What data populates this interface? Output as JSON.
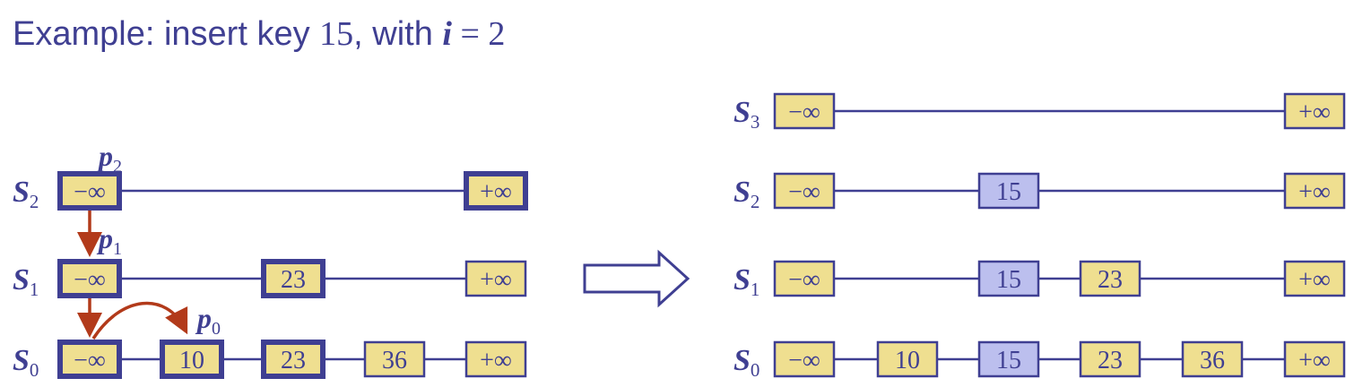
{
  "title": {
    "prefix": "Example: insert key ",
    "key": "15",
    "mid": ", with ",
    "var": "i",
    "eq": " = ",
    "value": "2"
  },
  "colors": {
    "text": "#3f3f92",
    "node_fill": "#efdf90",
    "new_node_fill": "#bcbfee",
    "border": "#3f3f92",
    "pointer_arrow": "#b23a1a"
  },
  "left": {
    "lists": [
      {
        "label": "S",
        "sub": "2",
        "nodes": [
          "−∞",
          "+∞"
        ]
      },
      {
        "label": "S",
        "sub": "1",
        "nodes": [
          "−∞",
          "23",
          "+∞"
        ]
      },
      {
        "label": "S",
        "sub": "0",
        "nodes": [
          "−∞",
          "10",
          "23",
          "36",
          "+∞"
        ]
      }
    ],
    "pointers": [
      {
        "label": "p",
        "sub": "2"
      },
      {
        "label": "p",
        "sub": "1"
      },
      {
        "label": "p",
        "sub": "0"
      }
    ]
  },
  "right": {
    "lists": [
      {
        "label": "S",
        "sub": "3",
        "nodes": [
          "−∞",
          "+∞"
        ]
      },
      {
        "label": "S",
        "sub": "2",
        "nodes": [
          "−∞",
          "15",
          "+∞"
        ]
      },
      {
        "label": "S",
        "sub": "1",
        "nodes": [
          "−∞",
          "15",
          "23",
          "+∞"
        ]
      },
      {
        "label": "S",
        "sub": "0",
        "nodes": [
          "−∞",
          "10",
          "15",
          "23",
          "36",
          "+∞"
        ]
      }
    ]
  }
}
